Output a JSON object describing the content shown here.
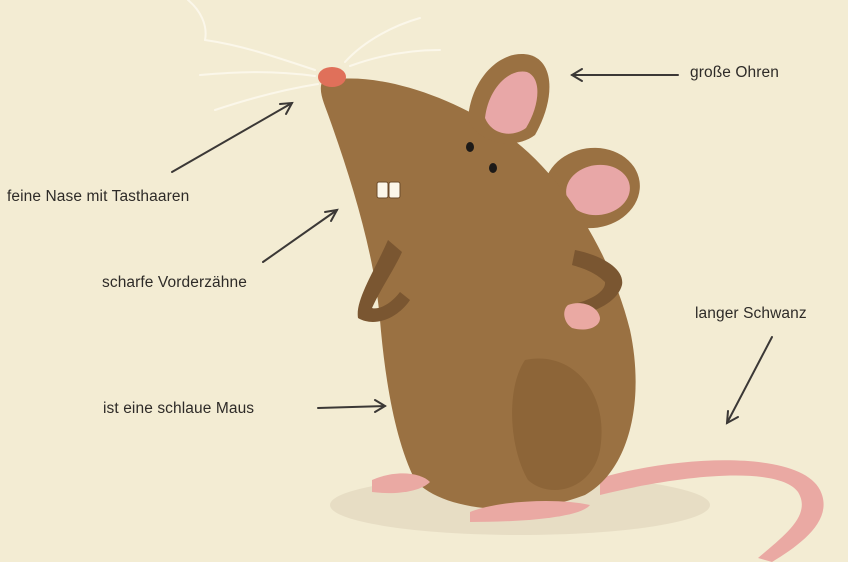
{
  "labels": {
    "ears": "große Ohren",
    "nose": "feine Nase mit Tasthaaren",
    "teeth": "scharfe Vorderzähne",
    "tail": "langer Schwanz",
    "mouse": "ist eine schlaue Maus"
  },
  "colors": {
    "background": "#f3ecd3",
    "fur": "#9a7142",
    "fur_dark": "#7a5631",
    "ear_inner": "#e8a7a7",
    "nose": "#e0705a",
    "tail": "#eaa9a3",
    "arrow": "#3b3836"
  }
}
